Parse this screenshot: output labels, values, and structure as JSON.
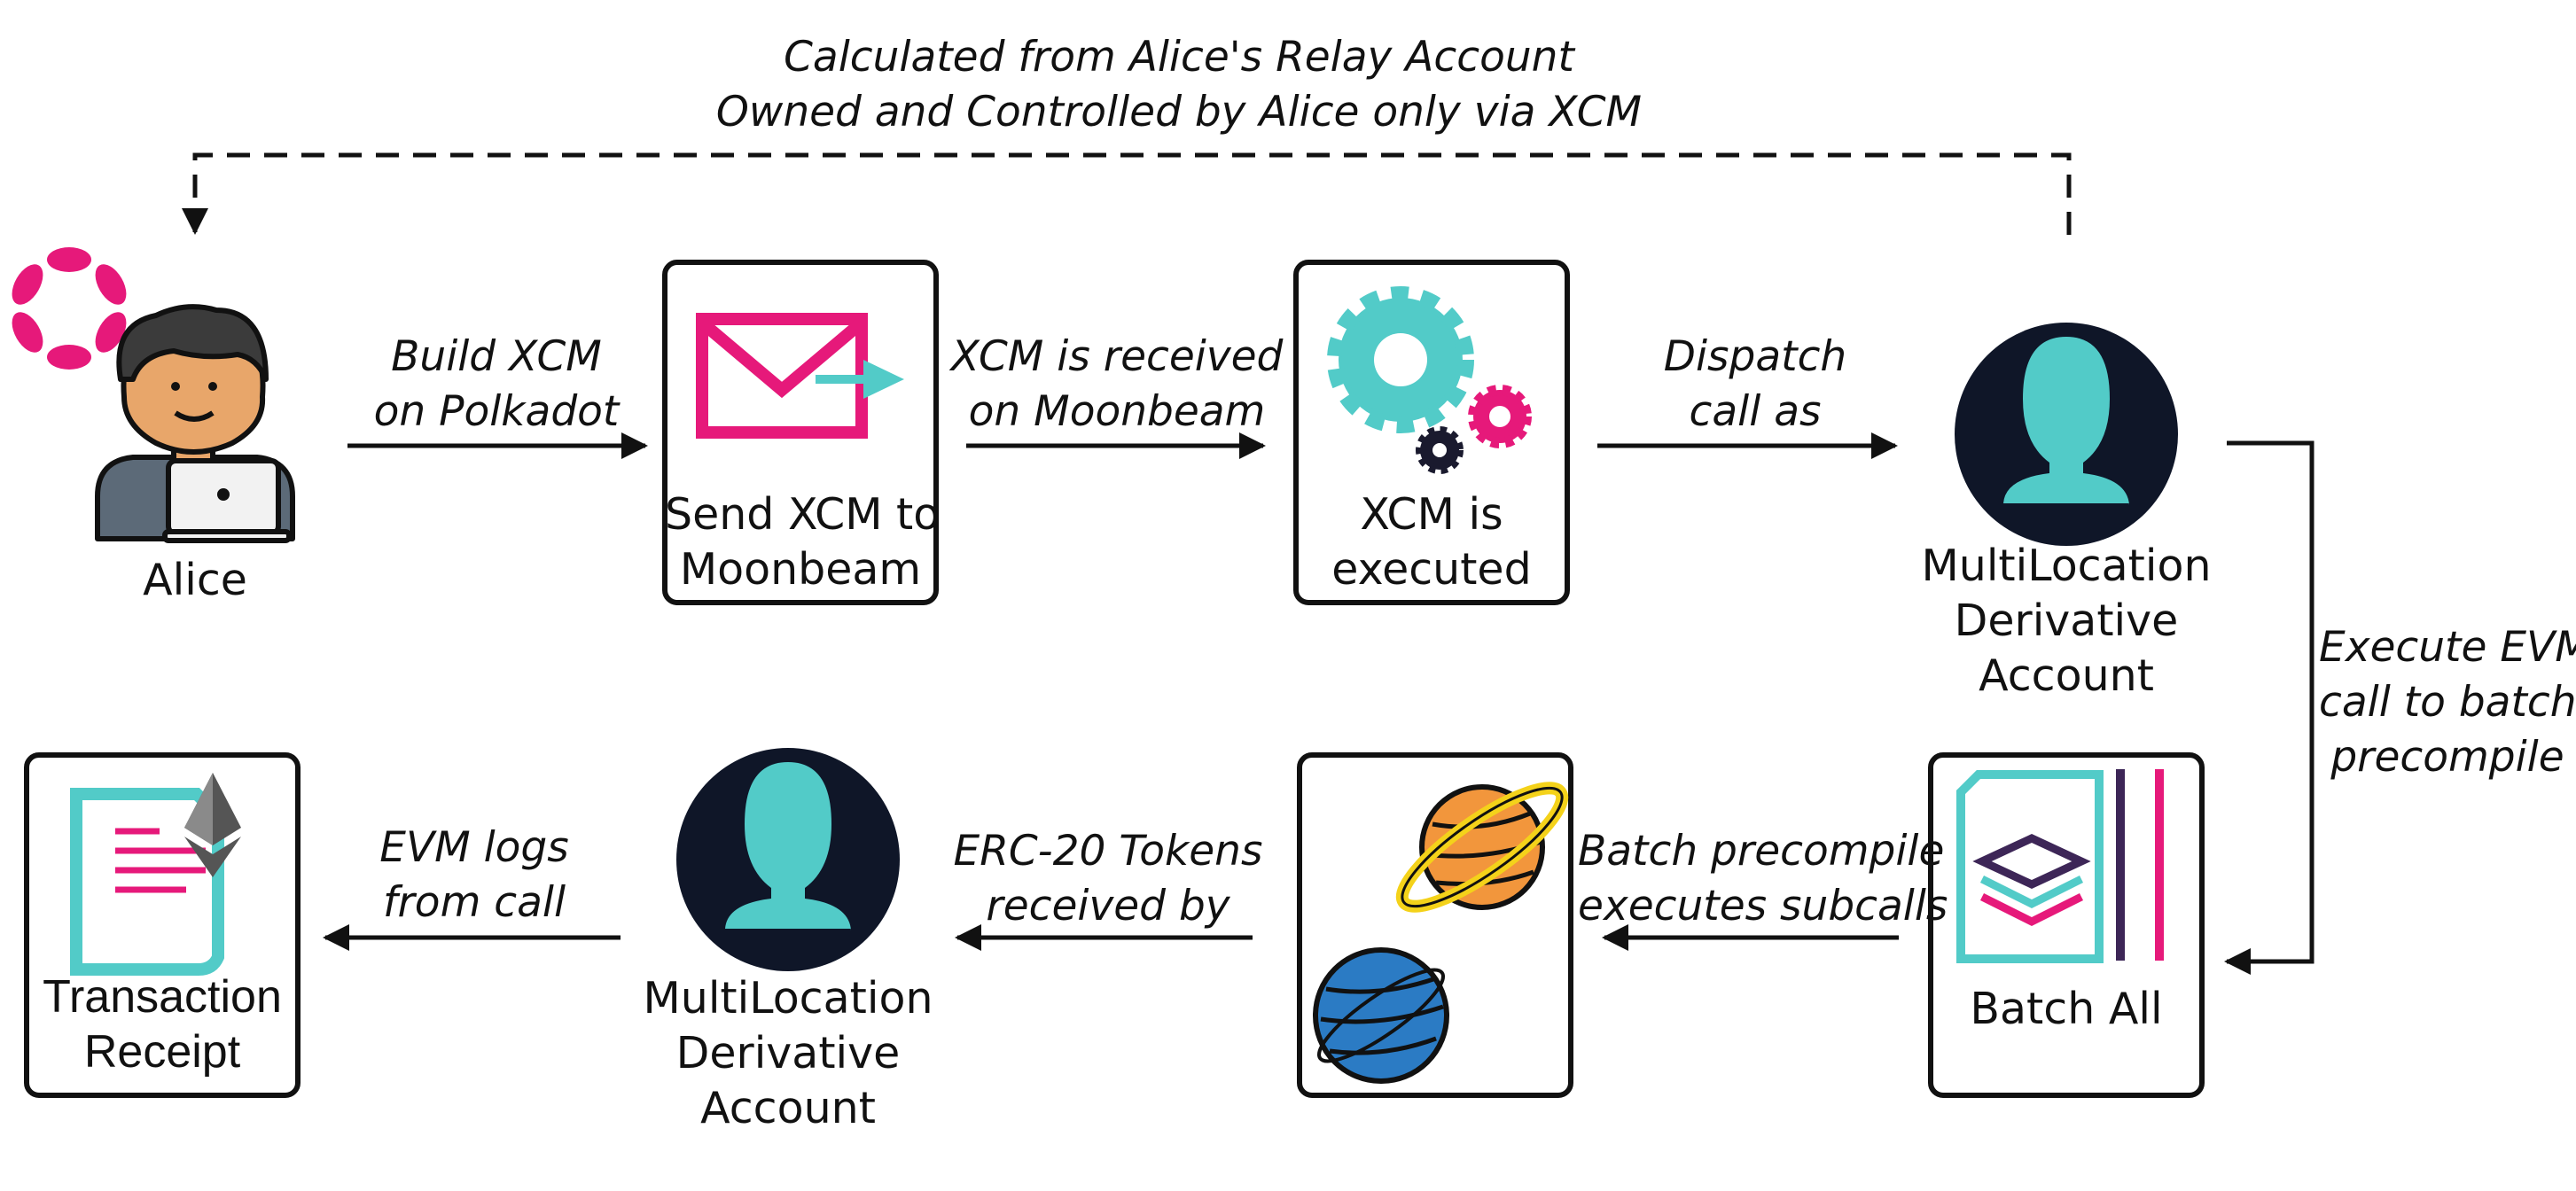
{
  "colors": {
    "pink": "#e6197a",
    "teal": "#52cbc8",
    "navy": "#0f1628",
    "purple": "#3d2657",
    "ink": "#111111"
  },
  "top_annotation": {
    "line1": "Calculated from Alice's Relay Account",
    "line2": "Owned and Controlled by Alice only via XCM"
  },
  "nodes": {
    "alice": {
      "label": "Alice",
      "icon": "user-laptop-icon",
      "badge_icon": "polkadot-logo-icon"
    },
    "send_xcm": {
      "line1": "Send XCM to",
      "line2": "Moonbeam",
      "icon": "envelope-send-icon"
    },
    "xcm_executed": {
      "line1": "XCM is",
      "line2": "executed",
      "icon": "gears-icon"
    },
    "derivative_top": {
      "line1": "MultiLocation",
      "line2": "Derivative",
      "line3": "Account",
      "icon": "user-silhouette-icon"
    },
    "batch_all": {
      "label": "Batch All",
      "icon": "layered-documents-icon"
    },
    "planets": {
      "icon": "planets-icon"
    },
    "derivative_bottom": {
      "line1": "MultiLocation",
      "line2": "Derivative",
      "line3": "Account",
      "icon": "user-silhouette-icon"
    },
    "receipt": {
      "line1": "Transaction",
      "line2": "Receipt",
      "icon": "ethereum-receipt-icon"
    }
  },
  "edges": {
    "build_xcm": {
      "line1": "Build XCM",
      "line2": "on Polkadot"
    },
    "xcm_received": {
      "line1": "XCM is received",
      "line2": "on Moonbeam"
    },
    "dispatch": {
      "line1": "Dispatch",
      "line2": "call as"
    },
    "execute_evm": {
      "line1": "Execute EVM",
      "line2": "call to batch",
      "line3": "precompile"
    },
    "batch_subcalls": {
      "line1": "Batch precompile",
      "line2": "executes subcalls"
    },
    "erc20": {
      "line1": "ERC-20 Tokens",
      "line2": "received by"
    },
    "evm_logs": {
      "line1": "EVM logs",
      "line2": "from call"
    }
  }
}
